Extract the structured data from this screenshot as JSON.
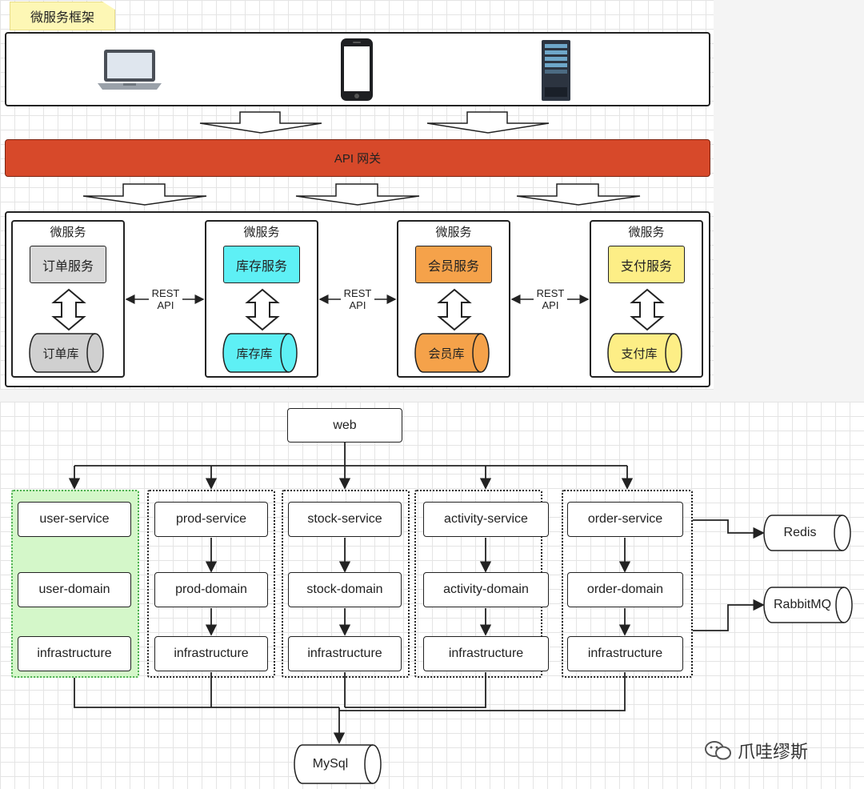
{
  "top": {
    "note": "微服务框架",
    "gateway": "API 网关",
    "rest_label_line1": "REST",
    "rest_label_line2": "API",
    "columns": [
      {
        "title": "微服务",
        "service": "订单服务",
        "db": "订单库",
        "color": "#d9d9d9",
        "dbcolor": "#d0d0d0"
      },
      {
        "title": "微服务",
        "service": "库存服务",
        "db": "库存库",
        "color": "#5ef0f5",
        "dbcolor": "#5ef0f5"
      },
      {
        "title": "微服务",
        "service": "会员服务",
        "db": "会员库",
        "color": "#f5a24a",
        "dbcolor": "#f5a24a"
      },
      {
        "title": "微服务",
        "service": "支付服务",
        "db": "支付库",
        "color": "#fdee86",
        "dbcolor": "#fdee86"
      }
    ],
    "clients": [
      "laptop-icon",
      "phone-icon",
      "server-icon"
    ]
  },
  "bottom": {
    "web": "web",
    "groups": [
      {
        "service": "user-service",
        "domain": "user-domain",
        "infra": "infrastructure",
        "highlight": "#d4f7c9"
      },
      {
        "service": "prod-service",
        "domain": "prod-domain",
        "infra": "infrastructure"
      },
      {
        "service": "stock-service",
        "domain": "stock-domain",
        "infra": "infrastructure"
      },
      {
        "service": "activity-service",
        "domain": "activity-domain",
        "infra": "infrastructure"
      },
      {
        "service": "order-service",
        "domain": "order-domain",
        "infra": "infrastructure"
      }
    ],
    "redis": "Redis",
    "rabbitmq": "RabbitMQ",
    "mysql": "MySql"
  },
  "watermark": "爪哇缪斯",
  "colors": {
    "gateway": "#d7492a",
    "highlight": "#d4f7c9"
  }
}
